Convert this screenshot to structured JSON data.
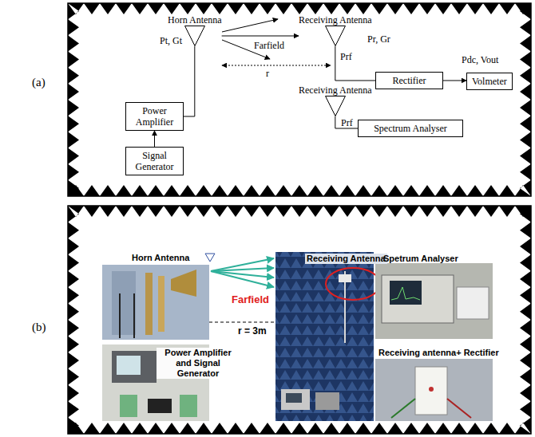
{
  "diagram": {
    "nodes": [
      {
        "text": [
          "Horn Antenna"
        ]
      },
      {
        "text": [
          "Receiving Antenna"
        ]
      },
      {
        "text": [
          "Rectifier"
        ]
      },
      {
        "text": [
          "Volmeter"
        ]
      },
      {
        "text": [
          "Receiving Antenna"
        ]
      },
      {
        "text": [
          "Spectrum Analyser"
        ]
      },
      {
        "text": [
          "Power Amplifier"
        ]
      },
      {
        "text": [
          "Signal Generator"
        ]
      }
    ],
    "edges": [
      {
        "from": 7,
        "to": 6,
        "arrow": "to"
      },
      {
        "from": 6,
        "to": 0,
        "arrow": "none"
      },
      {
        "from": 0,
        "to": 1,
        "arrow": "to"
      },
      {
        "from": 1,
        "to": 2,
        "arrow": "none"
      },
      {
        "from": 2,
        "to": 3,
        "arrow": "to"
      },
      {
        "from": 4,
        "to": 5,
        "arrow": "none"
      }
    ],
    "labels": [
      "(a)",
      "Pt, Gt",
      "Farfield",
      "Pr, Gr",
      "Prf",
      "Pdc, Vout",
      "r",
      "Prf",
      "(b)",
      "Horn Antenna",
      "Farfield",
      "r = 3m",
      "Receiving Antenna",
      "Spetrum Analyser",
      "Power Amplifier and Signal Generator",
      "Receiving antenna+ Rectifier"
    ]
  }
}
